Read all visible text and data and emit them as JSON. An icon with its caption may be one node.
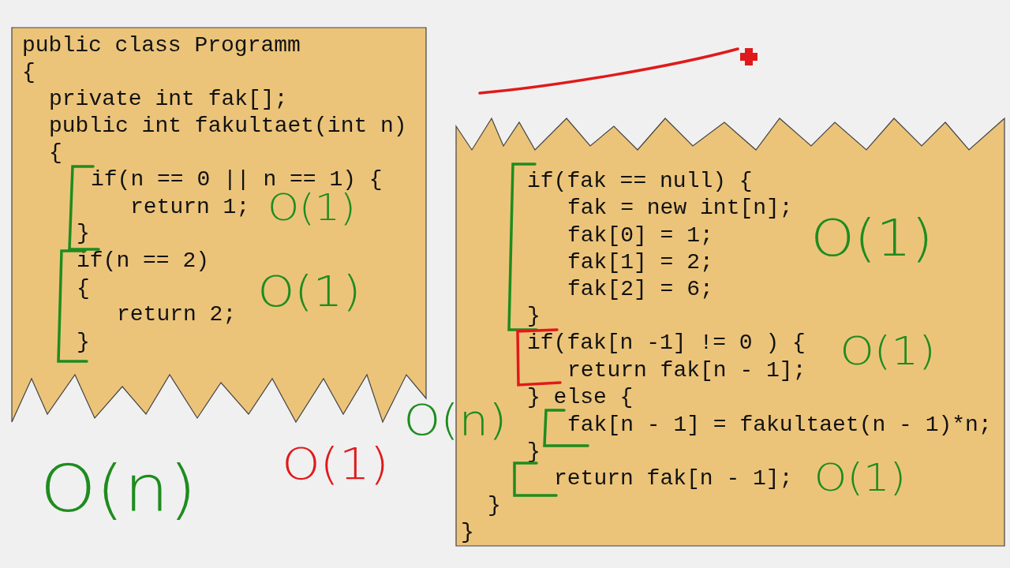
{
  "diagram": {
    "nodes": [
      {
        "text": [
          "public class Programm",
          "{",
          "private int fak[];",
          "public int fakultaet(int n)",
          "{",
          "if(n == 0 || n == 1) {",
          "return 1;",
          "}",
          "if(n == 2)",
          "{",
          "return 2;",
          "}"
        ]
      },
      {
        "text": [
          "if(fak == null) {",
          "fak = new int[n];",
          "fak[0] = 1;",
          "fak[1] = 2;",
          "fak[2] = 6;",
          "}",
          "if(fak[n -1] != 0 ) {",
          "return fak[n - 1];",
          "} else {",
          "fak[n - 1] = fakultaet(n - 1)*n;",
          "}",
          "return fak[n - 1];",
          "}",
          "}"
        ]
      }
    ],
    "labels": [
      "O(1)",
      "O(1)",
      "O(1)",
      "O(1)",
      "O(n)",
      "O(1)",
      "O(n)",
      "O(1)"
    ]
  }
}
